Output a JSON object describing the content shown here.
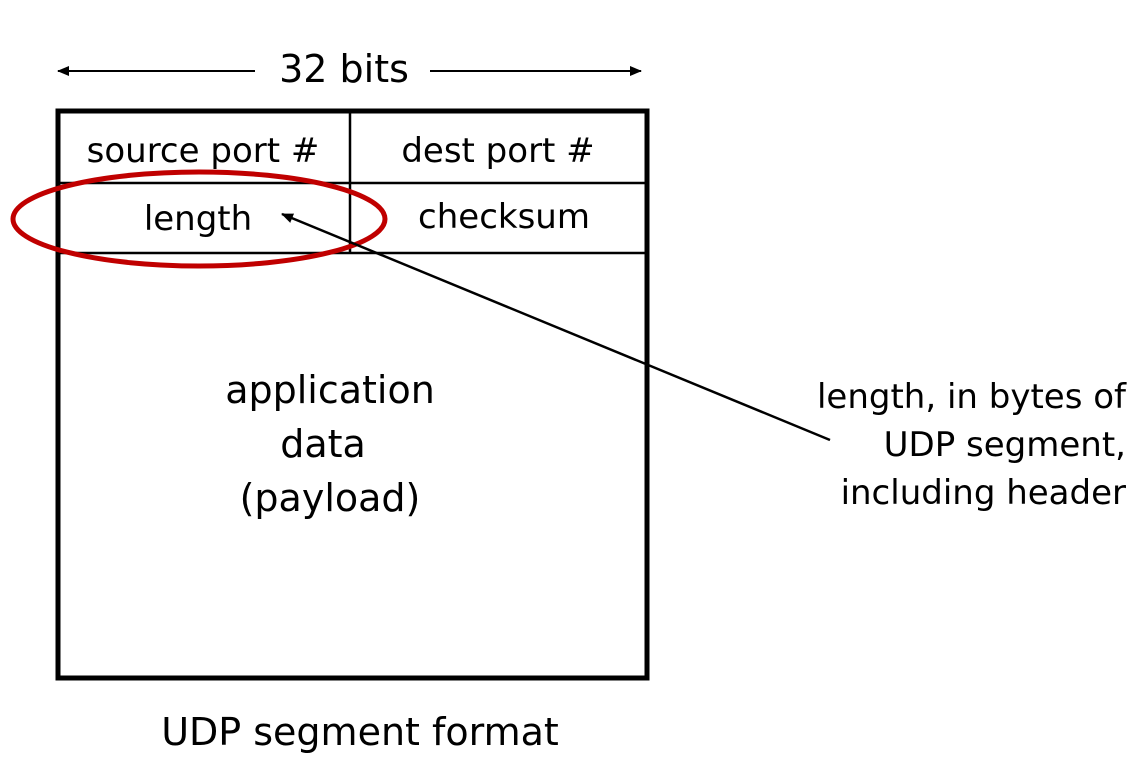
{
  "width_label": "32 bits",
  "fields": {
    "source_port": "source port #",
    "dest_port": "dest port #",
    "length": "length",
    "checksum": "checksum"
  },
  "payload": [
    "application",
    "data",
    "(payload)"
  ],
  "annotation": [
    "length, in bytes of",
    "UDP segment,",
    "including header"
  ],
  "caption": "UDP segment format",
  "colors": {
    "highlight": "#c00000"
  }
}
